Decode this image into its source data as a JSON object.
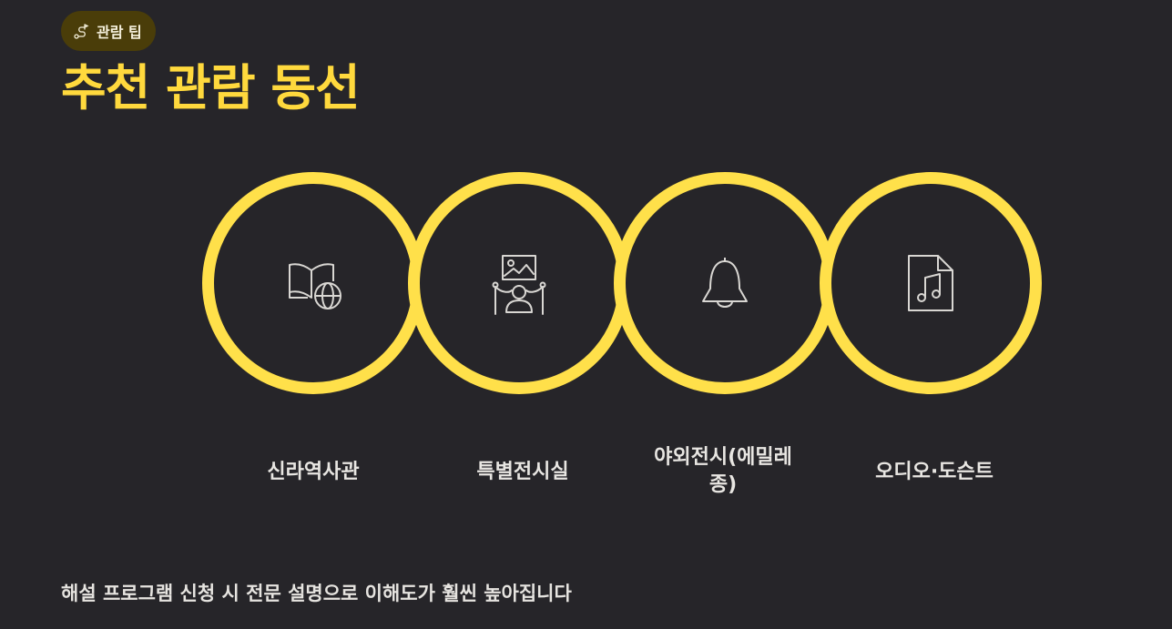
{
  "badge": {
    "icon": "route-icon",
    "label": "관람 팁"
  },
  "title": "추천 관람 동선",
  "route": [
    {
      "icon": "book-globe-icon",
      "label": "신라역사관"
    },
    {
      "icon": "gallery-exhibit-icon",
      "label": "특별전시실"
    },
    {
      "icon": "bell-icon",
      "label": "야외전시(에밀레종)"
    },
    {
      "icon": "audio-file-icon",
      "label": "오디오·도슨트"
    }
  ],
  "footer": "해설 프로그램 신청 시 전문 설명으로 이해도가 훨씬 높아집니다",
  "colors": {
    "accent": "#ffd93d",
    "background": "#262529",
    "badge_bg": "#4a3d09"
  }
}
